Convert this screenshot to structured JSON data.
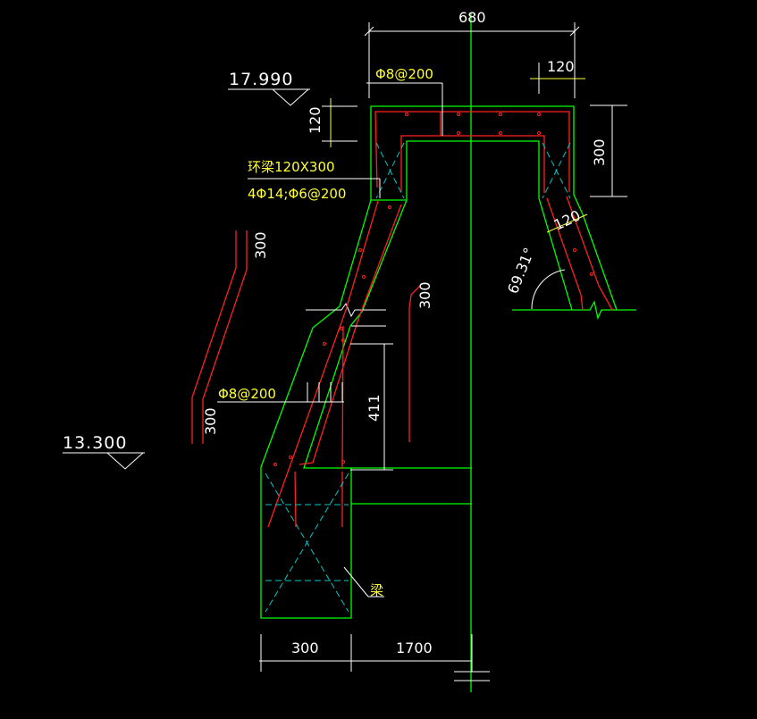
{
  "colors": {
    "background": "#000000",
    "outline": "#00ff00",
    "rebar": "#ff2020",
    "dimension": "#ffffff",
    "annotation": "#ffff33",
    "centerline": "#00c8c8"
  },
  "elevations": {
    "top": "17.990",
    "bottom": "13.300"
  },
  "dimensions": {
    "total_width": "680",
    "top_slab_thickness": "120",
    "right_top_width": "120",
    "right_beam_height": "300",
    "wall_thickness": "120",
    "angle": "69.31°",
    "wall_300_upper": "300",
    "wall_300_lower": "300",
    "wall_300_mid": "300",
    "vertical_411": "411",
    "base_width": "300",
    "base_offset": "1700"
  },
  "annotations": {
    "top_rebar": "Φ8@200",
    "ring_beam_size": "环梁120X300",
    "ring_beam_rebar": "4Φ14;Φ6@200",
    "lower_rebar": "Φ8@200",
    "beam_label": "梁"
  }
}
